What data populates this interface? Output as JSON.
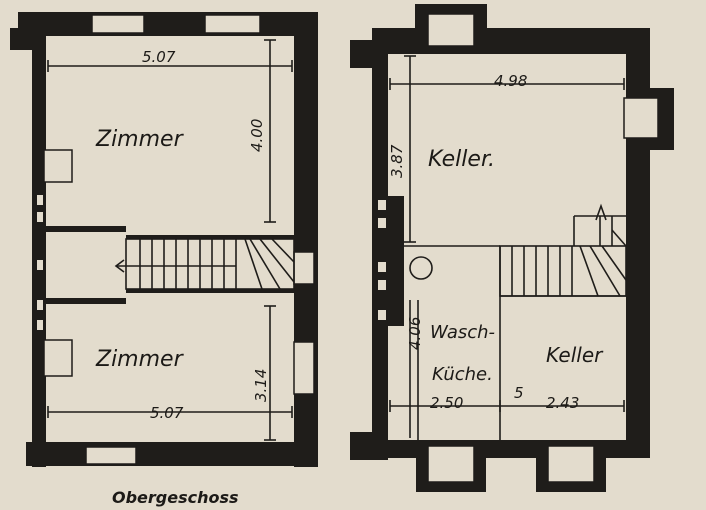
{
  "rooms": {
    "zimmer_top": "Zimmer",
    "zimmer_bottom": "Zimmer",
    "keller_main": "Keller.",
    "waschkueche_line1": "Wasch-",
    "waschkueche_line2": "Küche.",
    "keller_small": "Keller"
  },
  "dimensions": {
    "upper_top_width": "5.07",
    "upper_top_depth": "4.00",
    "upper_bottom_width": "5.07",
    "upper_bottom_depth": "3.14",
    "cellar_width": "4.98",
    "cellar_depth_top": "3.87",
    "cellar_depth_bottom": "4.06",
    "wash_width": "2.50",
    "partition": "5",
    "keller_small_width": "2.43"
  },
  "caption": "Obergeschoss",
  "colors": {
    "paper": "#e3dccd",
    "ink": "#1f1d1a"
  }
}
